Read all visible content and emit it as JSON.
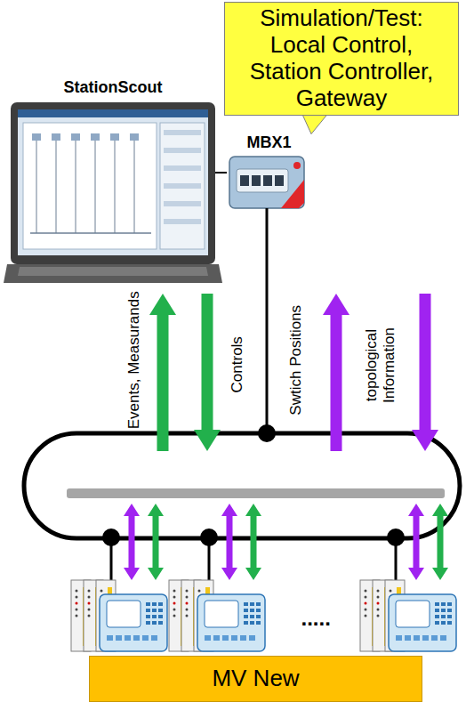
{
  "diagram": {
    "nodes": [
      {
        "text": [
          "Simulation/Test: Local Control, Station Controller, Gateway"
        ]
      },
      {
        "text": [
          "StationScout"
        ]
      },
      {
        "text": [
          "MBX1"
        ]
      },
      {
        "text": [
          "MV New"
        ]
      }
    ],
    "edges": [
      {
        "from": 1,
        "to": 2,
        "arrow": "none"
      }
    ],
    "labels": [
      "Events, Measurands",
      "Controls",
      "Swtich Positions",
      "topological Information",
      "....."
    ]
  }
}
